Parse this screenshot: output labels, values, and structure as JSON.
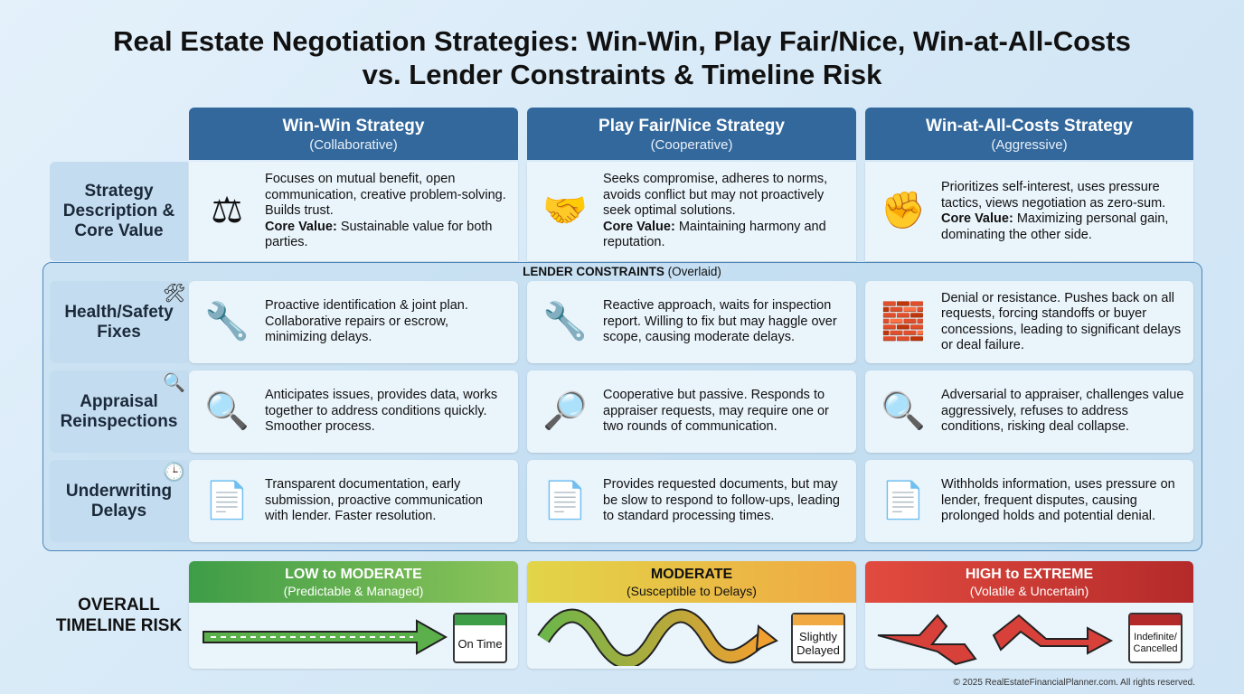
{
  "title": {
    "line1": "Real Estate Negotiation Strategies: Win-Win, Play Fair/Nice, Win-at-All-Costs",
    "line2": "vs. Lender Constraints & Timeline Risk"
  },
  "columns": [
    {
      "name": "Win-Win Strategy",
      "sub": "(Collaborative)"
    },
    {
      "name": "Play Fair/Nice Strategy",
      "sub": "(Cooperative)"
    },
    {
      "name": "Win-at-All-Costs Strategy",
      "sub": "(Aggressive)"
    }
  ],
  "rows": {
    "strategy": {
      "label": "Strategy Description & Core Value",
      "core_label": "Core Value:",
      "cells": [
        {
          "desc": "Focuses on mutual benefit, open communication, creative problem-solving. Builds trust.",
          "core": "Sustainable value for both parties."
        },
        {
          "desc": "Seeks compromise, adheres to norms, avoids conflict but may not proactively seek optimal solutions.",
          "core": "Maintaining harmony and reputation."
        },
        {
          "desc": "Prioritizes self-interest, uses pressure tactics, views negotiation as zero-sum.",
          "core": "Maximizing personal gain, dominating the other side."
        }
      ]
    },
    "lender_title": "LENDER CONSTRAINTS",
    "lender_sub": "(Overlaid)",
    "health": {
      "label": "Health/Safety Fixes",
      "cells": [
        "Proactive identification & joint plan. Collaborative repairs or escrow, minimizing delays.",
        "Reactive approach, waits for inspection report. Willing to fix but may haggle over scope, causing moderate delays.",
        "Denial or resistance. Pushes back on all requests, forcing standoffs or buyer concessions, leading to significant delays or deal failure."
      ]
    },
    "appraisal": {
      "label": "Appraisal Reinspections",
      "cells": [
        "Anticipates issues, provides data, works together to address conditions quickly. Smoother process.",
        "Cooperative but passive. Responds to appraiser requests, may require one or two rounds of communication.",
        "Adversarial to appraiser, challenges value aggressively, refuses to address conditions, risking deal collapse."
      ]
    },
    "underwriting": {
      "label": "Underwriting Delays",
      "cells": [
        "Transparent documentation, early submission, proactive communication with lender. Faster resolution.",
        "Provides requested documents, but may be slow to respond to follow-ups, leading to standard processing times.",
        "Withholds information, uses pressure on lender, frequent disputes, causing prolonged holds and potential denial."
      ]
    },
    "timeline": {
      "label": "OVERALL TIMELINE RISK",
      "cells": [
        {
          "level": "LOW to MODERATE",
          "sub": "(Predictable & Managed)",
          "outcome": "On Time",
          "color": "#3f9e48"
        },
        {
          "level": "MODERATE",
          "sub": "(Susceptible to Delays)",
          "outcome": "Slightly Delayed",
          "color": "#e8b93a"
        },
        {
          "level": "HIGH to EXTREME",
          "sub": "(Volatile & Uncertain)",
          "outcome": "Indefinite/ Cancelled",
          "color": "#c8322f"
        }
      ]
    }
  },
  "footer": "© 2025 RealEstateFinancialPlanner.com. All rights reserved."
}
